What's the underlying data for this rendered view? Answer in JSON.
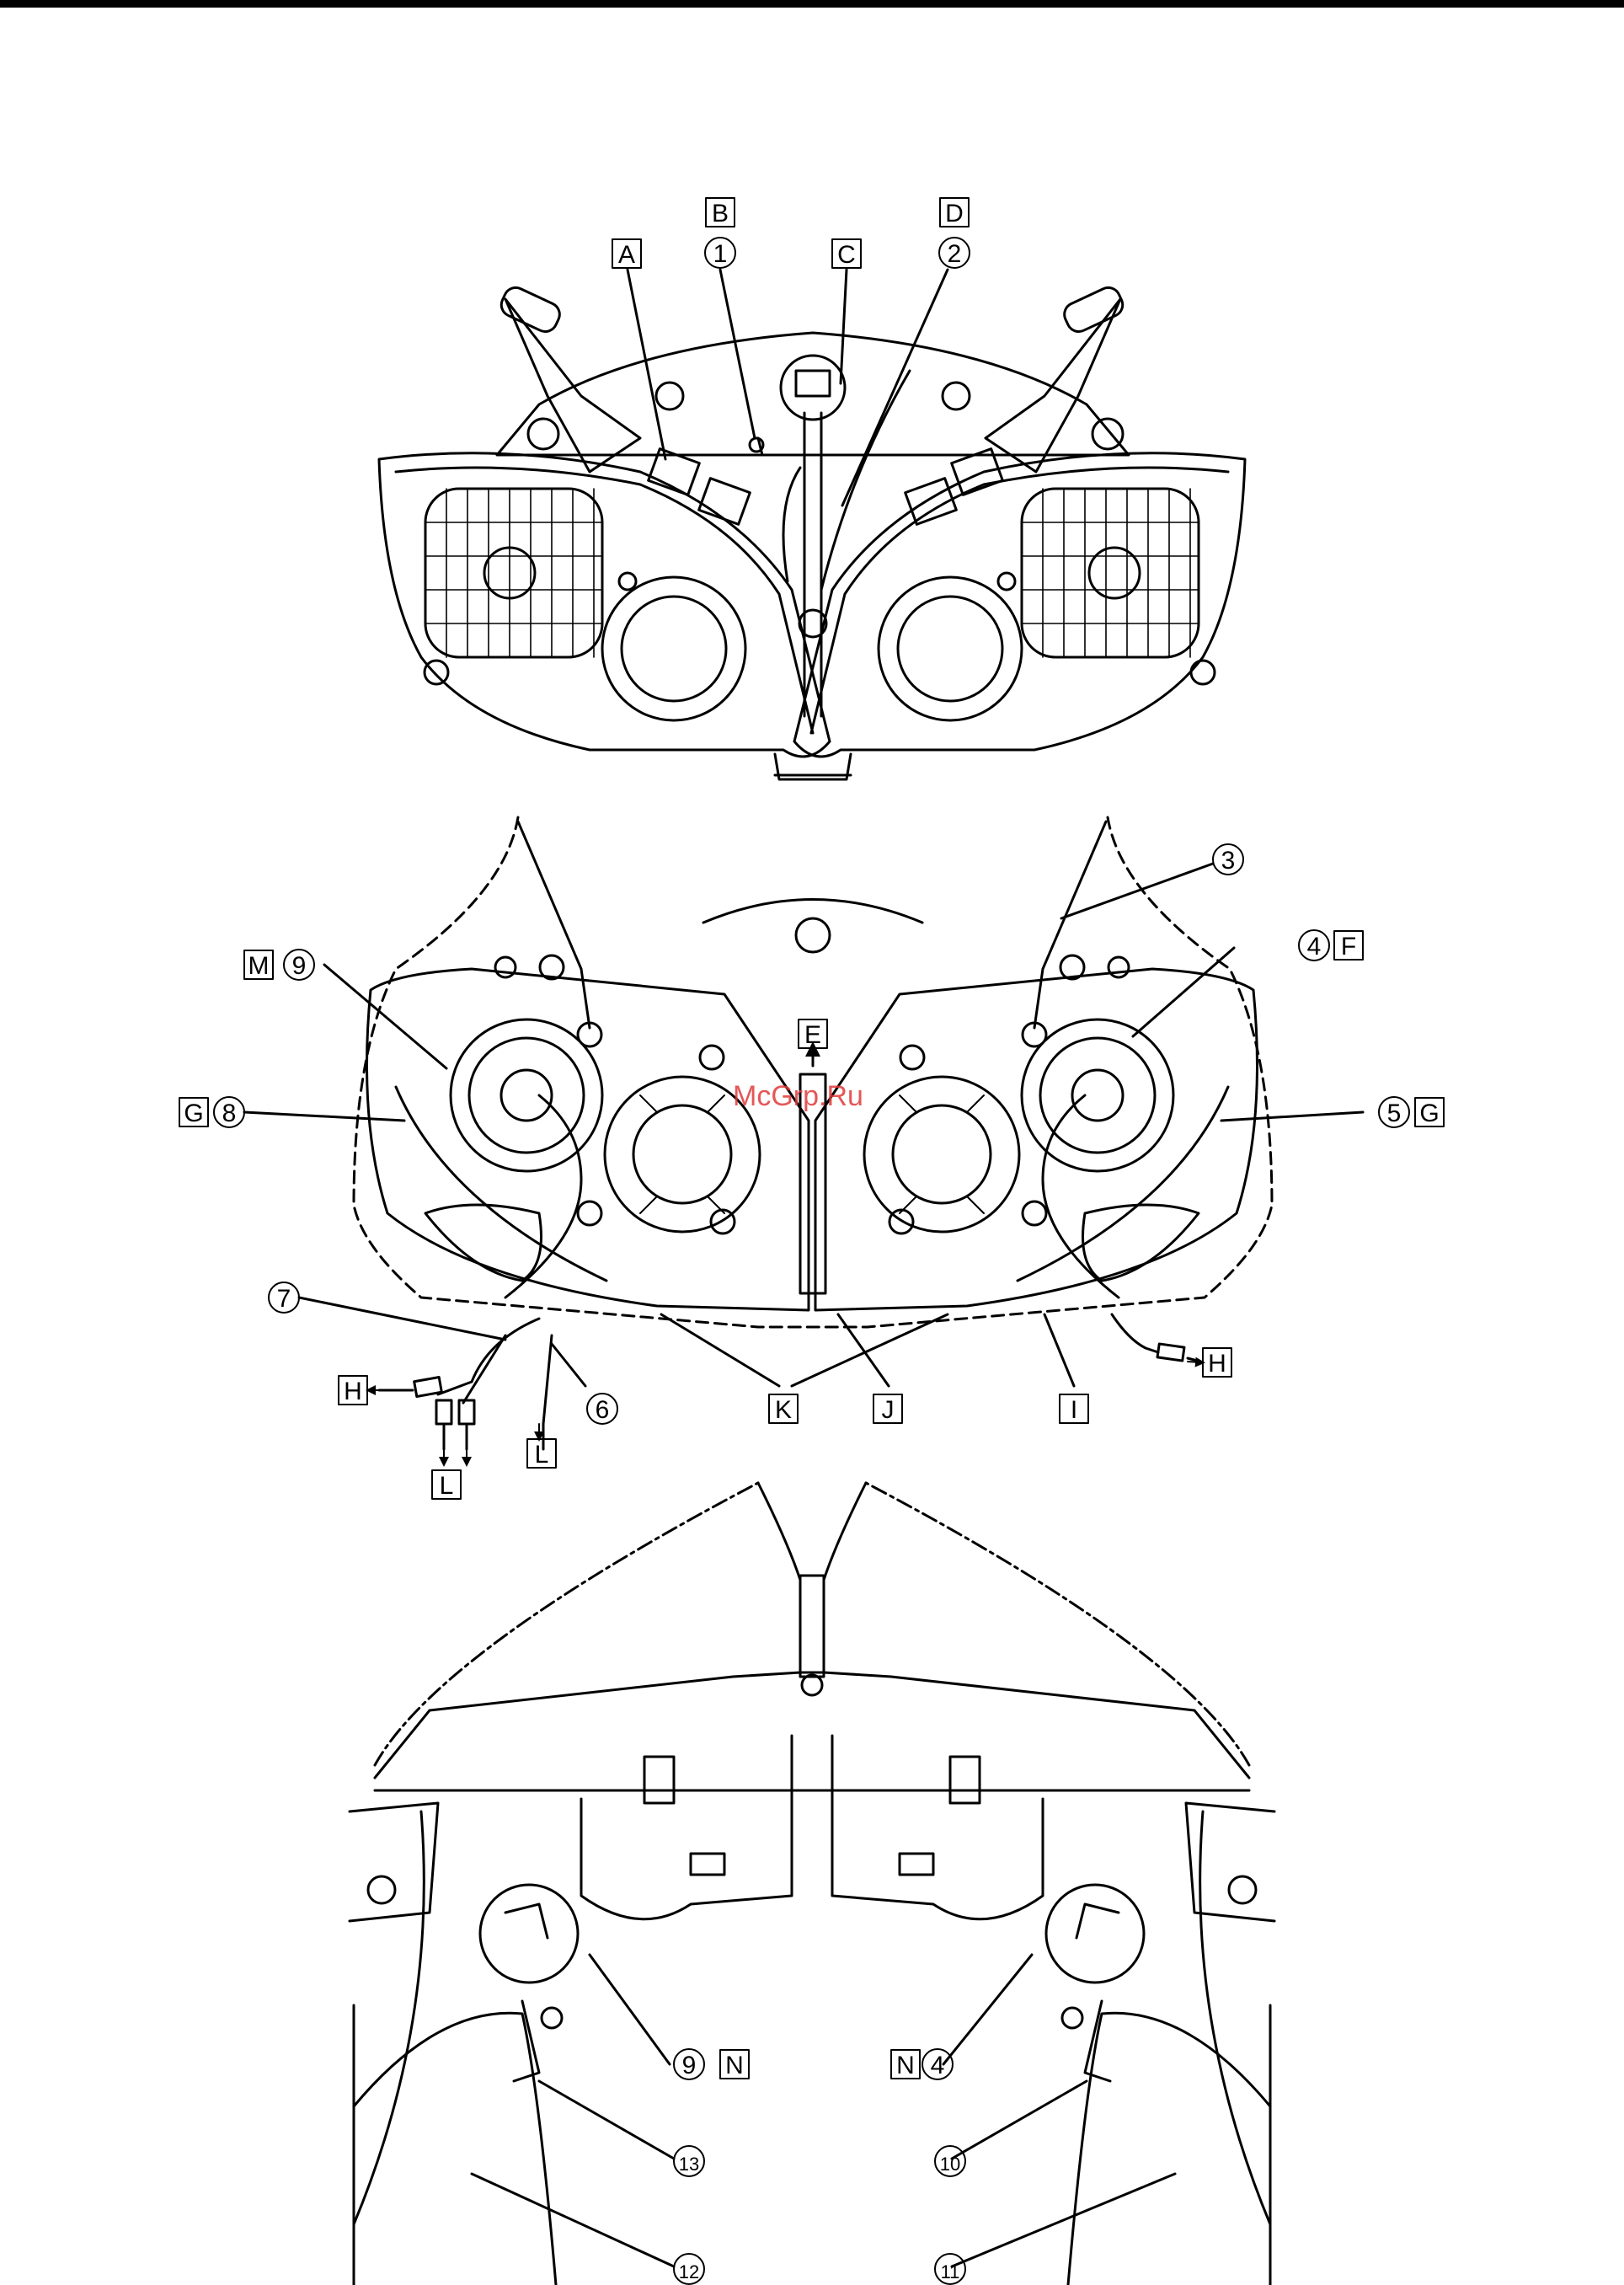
{
  "watermark": "McGrp.Ru",
  "letter_callouts": {
    "A": "A",
    "B": "B",
    "C": "C",
    "D": "D",
    "E": "E",
    "F": "F",
    "G": "G",
    "H": "H",
    "I": "I",
    "J": "J",
    "K": "K",
    "L": "L",
    "M": "M",
    "N": "N"
  },
  "number_callouts": {
    "n1": "1",
    "n2": "2",
    "n3": "3",
    "n4": "4",
    "n5": "5",
    "n6": "6",
    "n7": "7",
    "n8": "8",
    "n9": "9",
    "n10": "10",
    "n11": "11",
    "n12": "12",
    "n13": "13"
  }
}
